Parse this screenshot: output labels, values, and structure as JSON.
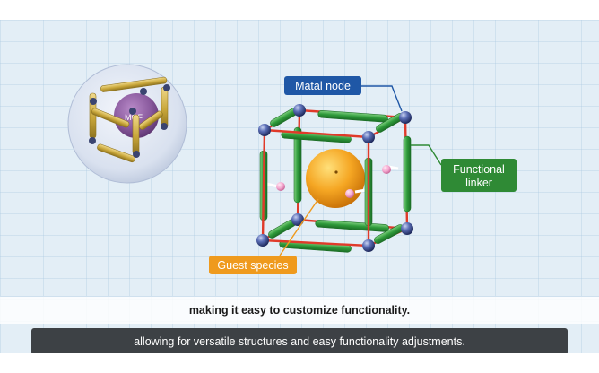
{
  "labels": {
    "metal_node": "Matal node",
    "functional_linker_line1": "Functional",
    "functional_linker_line2": "linker",
    "guest_species": "Guest species",
    "mof": "MOF"
  },
  "captions": {
    "upper": "making it easy to customize functionality.",
    "lower": "allowing for versatile structures and easy functionality adjustments."
  },
  "colors": {
    "background": "#e3eef6",
    "label_blue": "#1f57a6",
    "label_green": "#2f8a35",
    "label_orange": "#ef9a1d",
    "linker_green": "#2e9a3a",
    "node_blue": "#5a6db5",
    "connector_red": "#e03a2a",
    "guest_orange": "#f5a623",
    "mof_core_purple": "#8a5a9e",
    "mof_rod_gold": "#c8a63a"
  }
}
